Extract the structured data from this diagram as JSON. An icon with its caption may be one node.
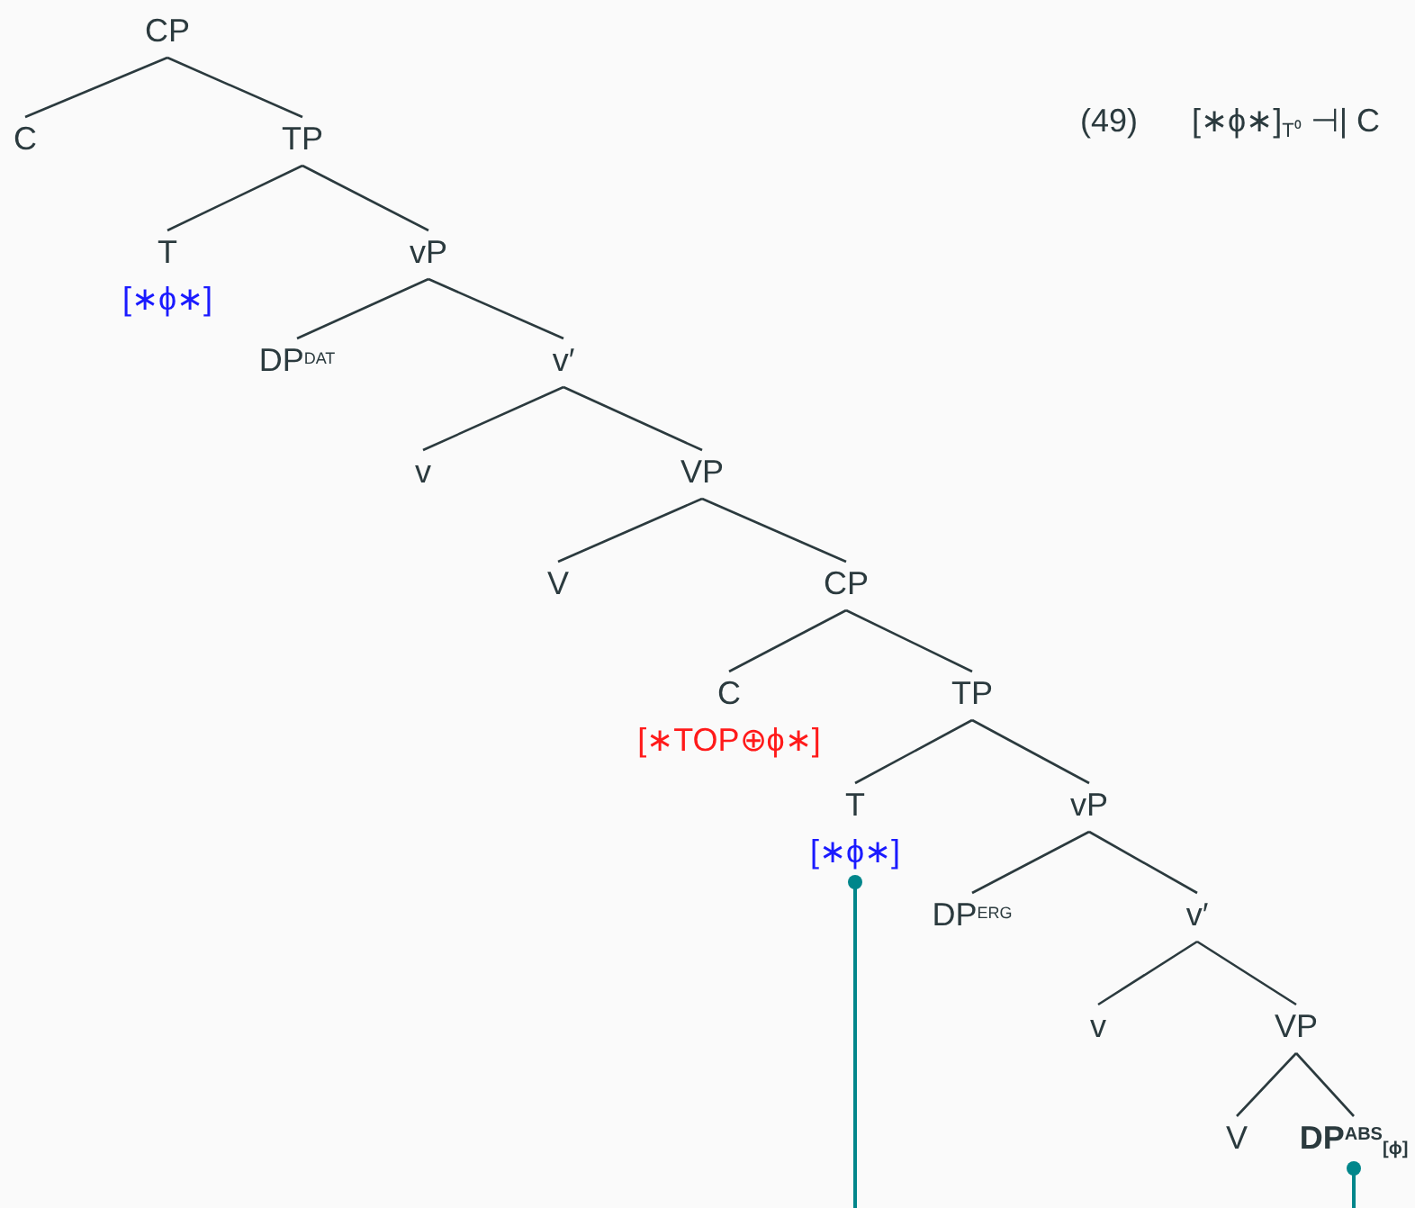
{
  "diagram": {
    "nodes": [
      {
        "text": [
          "CP"
        ]
      },
      {
        "text": [
          "C"
        ]
      },
      {
        "text": [
          "TP"
        ]
      },
      {
        "text": [
          "T",
          "[∗ϕ∗]"
        ]
      },
      {
        "text": [
          "vP"
        ]
      },
      {
        "text": [
          "DP$^{DAT}$"
        ]
      },
      {
        "text": [
          "v′"
        ]
      },
      {
        "text": [
          "v"
        ]
      },
      {
        "text": [
          "VP"
        ]
      },
      {
        "text": [
          "V"
        ]
      },
      {
        "text": [
          "CP"
        ]
      },
      {
        "text": [
          "C",
          "[∗TOP⊕ϕ∗]"
        ]
      },
      {
        "text": [
          "TP"
        ]
      },
      {
        "text": [
          "T",
          "[∗ϕ∗]"
        ]
      },
      {
        "text": [
          "vP"
        ]
      },
      {
        "text": [
          "DP$^{ERG}$"
        ]
      },
      {
        "text": [
          "v′"
        ]
      },
      {
        "text": [
          "v"
        ]
      },
      {
        "text": [
          "VP"
        ]
      },
      {
        "text": [
          "V"
        ]
      },
      {
        "text": [
          "DP$^{ABS}$$_{[ϕ]}$"
        ]
      }
    ],
    "edges": [
      {
        "from": 0,
        "to": 1,
        "arrow": "none"
      },
      {
        "from": 0,
        "to": 2,
        "arrow": "none"
      },
      {
        "from": 2,
        "to": 3,
        "arrow": "none"
      },
      {
        "from": 2,
        "to": 4,
        "arrow": "none"
      },
      {
        "from": 4,
        "to": 5,
        "arrow": "none"
      },
      {
        "from": 4,
        "to": 6,
        "arrow": "none"
      },
      {
        "from": 6,
        "to": 7,
        "arrow": "none"
      },
      {
        "from": 6,
        "to": 8,
        "arrow": "none"
      },
      {
        "from": 8,
        "to": 9,
        "arrow": "none"
      },
      {
        "from": 8,
        "to": 10,
        "arrow": "none"
      },
      {
        "from": 10,
        "to": 11,
        "arrow": "none"
      },
      {
        "from": 10,
        "to": 12,
        "arrow": "none"
      },
      {
        "from": 12,
        "to": 13,
        "arrow": "none"
      },
      {
        "from": 12,
        "to": 14,
        "arrow": "none"
      },
      {
        "from": 14,
        "to": 15,
        "arrow": "none"
      },
      {
        "from": 14,
        "to": 16,
        "arrow": "none"
      },
      {
        "from": 16,
        "to": 17,
        "arrow": "none"
      },
      {
        "from": 16,
        "to": 18,
        "arrow": "none"
      },
      {
        "from": 18,
        "to": 19,
        "arrow": "none"
      },
      {
        "from": 18,
        "to": 20,
        "arrow": "none"
      },
      {
        "from": 13,
        "to": null,
        "arrow": "other",
        "color": "#00868b"
      },
      {
        "from": 20,
        "to": null,
        "arrow": "other",
        "color": "#00868b"
      }
    ],
    "labels": [
      "(49)",
      "[∗ϕ∗]$_{T⁰}$ ⊣| C"
    ]
  }
}
